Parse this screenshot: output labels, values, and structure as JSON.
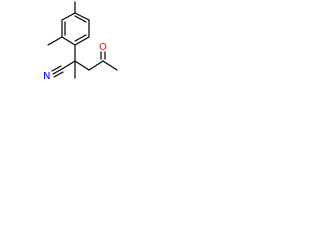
{
  "molecule": {
    "atoms": [
      {
        "id": "N",
        "symbol": "N",
        "color": "#0000ff"
      },
      {
        "id": "O",
        "symbol": "O",
        "color": "#ff0000"
      }
    ]
  }
}
